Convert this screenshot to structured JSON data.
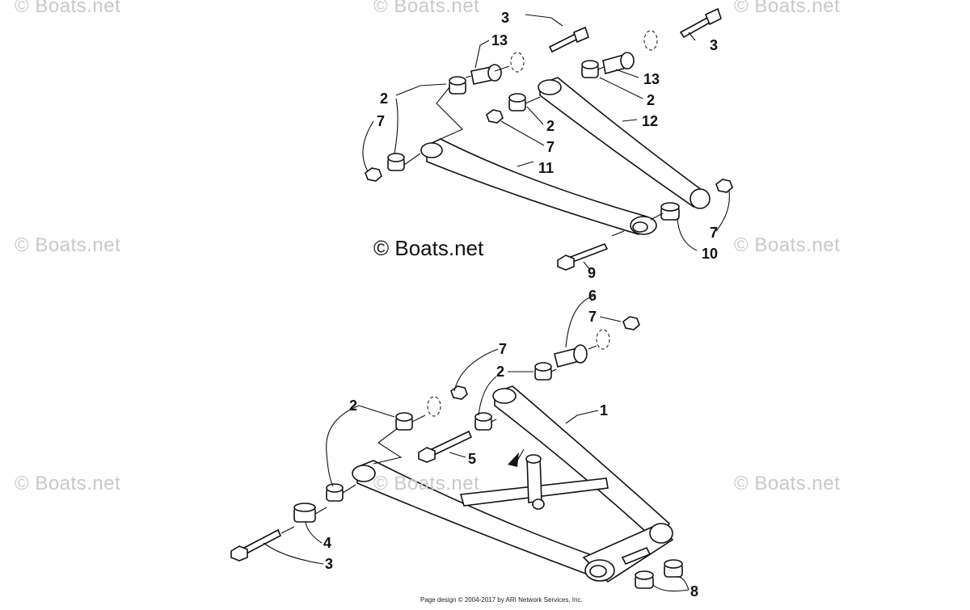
{
  "watermarks": {
    "text": "© Boats.net",
    "center_text": "© Boats.net"
  },
  "footer": {
    "copyright": "Page design © 2004-2017 by ARI Network Services, Inc."
  },
  "callouts": {
    "c3_top_a": "3",
    "c13_a": "13",
    "c3_top_b": "3",
    "c2_a": "2",
    "c7_a": "7",
    "c13_b": "13",
    "c2_b": "2",
    "c2_c": "2",
    "c12": "12",
    "c7_b": "7",
    "c11": "11",
    "c7_c": "7",
    "c10": "10",
    "c9": "9",
    "c6": "6",
    "c7_d": "7",
    "c7_e": "7",
    "c2_d": "2",
    "c2_e": "2",
    "c1": "1",
    "c5": "5",
    "c4": "4",
    "c3_bottom": "3",
    "c8": "8"
  }
}
